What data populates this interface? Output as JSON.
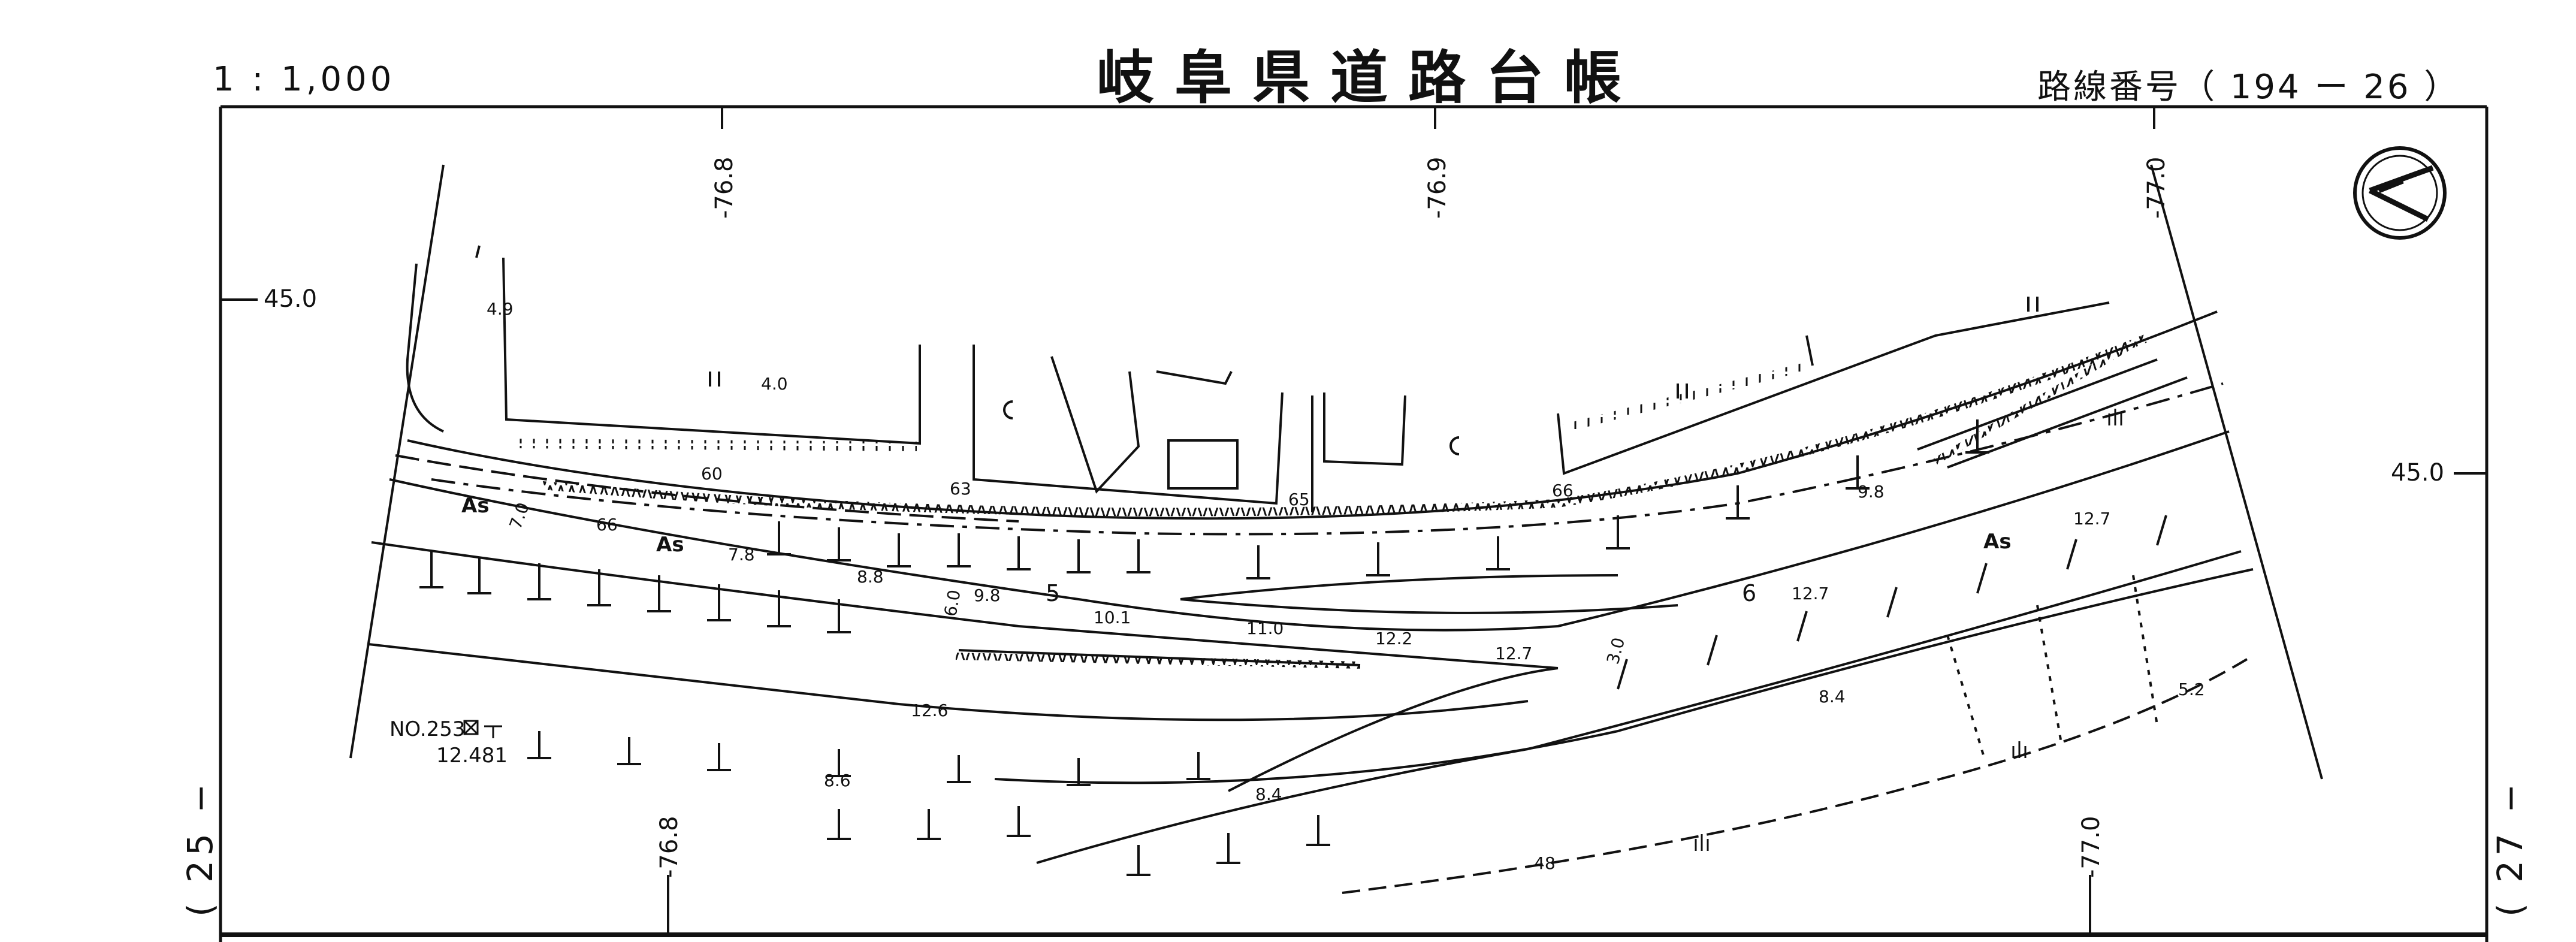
{
  "header": {
    "scale": "1 : 1,000",
    "title": "岐阜県道路台帳",
    "route_number_label": "路線番号（ 194 ー 26 ）"
  },
  "sheet_refs": {
    "previous": "( 25 −",
    "next": "( 27 −"
  },
  "grid_labels": {
    "x_top": [
      "-76.8",
      "-76.9",
      "-77.0"
    ],
    "x_bottom": [
      "-76.8",
      "-77.0"
    ],
    "y_left": "45.0",
    "y_right": "45.0"
  },
  "pavement_labels": [
    "As",
    "As",
    "As"
  ],
  "lane_width_labels": [
    "7.0",
    "6.0",
    "3.0"
  ],
  "stations": [
    "5",
    "6"
  ],
  "spot_elevations": [
    "4.9",
    "4.0",
    "60",
    "63",
    "65",
    "66",
    "66",
    "7.8",
    "8.8",
    "9.8",
    "10.1",
    "11.0",
    "12.2",
    "12.7",
    "9.8",
    "12.7",
    "12.7",
    "12.6",
    "8.6",
    "8.4",
    "8.4",
    "5.2",
    "48"
  ],
  "benchmark": {
    "label": "NO.253",
    "elevation": "12.481"
  },
  "symbols": {
    "north_arrow": "north-arrow-icon",
    "benchmark": "benchmark-icon",
    "cemetery": "cemetery-icon",
    "field": "field-icon",
    "grass": "grass-icon"
  },
  "colors": {
    "ink": "#111111",
    "paper": "#ffffff"
  }
}
